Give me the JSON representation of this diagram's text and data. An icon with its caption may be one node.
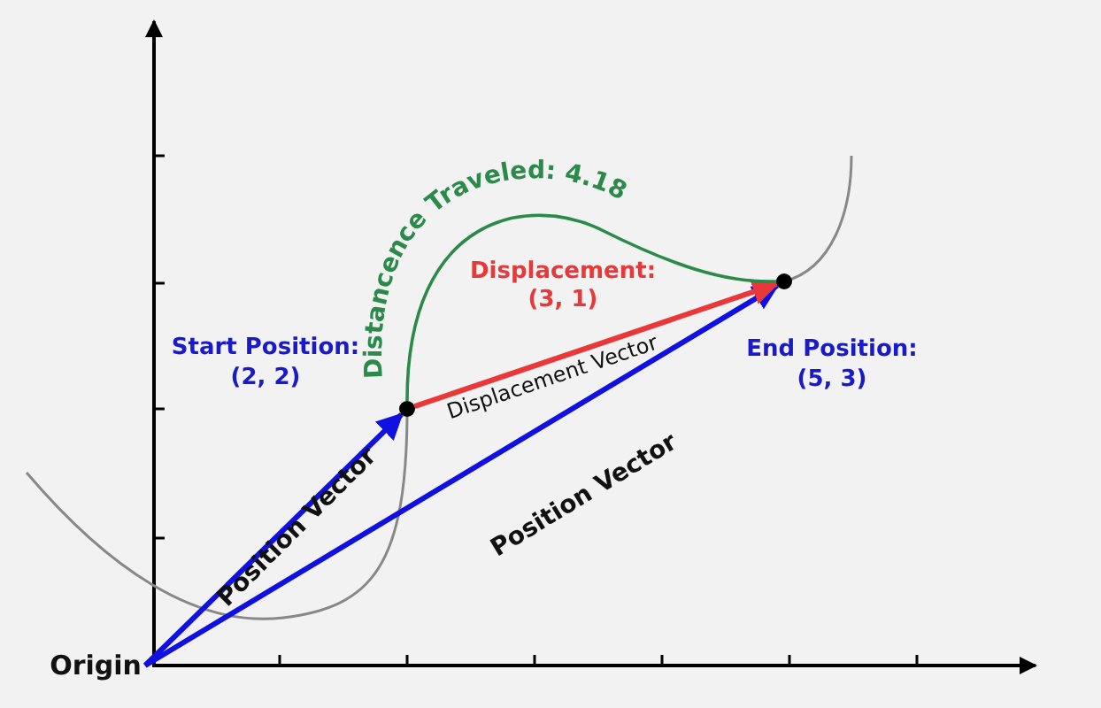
{
  "diagram": {
    "nodes": [
      {
        "text": [
          "Origin"
        ]
      },
      {
        "text": [],
        "shape": "circle",
        "beside": [
          "Start Position: (2, 2)"
        ]
      },
      {
        "text": [],
        "shape": "circle",
        "beside": [
          "End Position: (5, 3)"
        ]
      }
    ],
    "edges": [
      {
        "from": 0,
        "to": 1,
        "arrow": "to",
        "label": "Position Vector",
        "color": "#1010e0"
      },
      {
        "from": 0,
        "to": 2,
        "arrow": "to",
        "label": "Position Vector",
        "color": "#1010e0"
      },
      {
        "from": 1,
        "to": 2,
        "arrow": "to",
        "label": "Displacement Vector",
        "color": "#e8383a"
      },
      {
        "from": 1,
        "to": 2,
        "arrow": "none",
        "label": "Distancence Traveled: 4.18",
        "color": "#2a8a4a"
      }
    ],
    "labels": [
      "Displacement: (3, 1)"
    ]
  }
}
